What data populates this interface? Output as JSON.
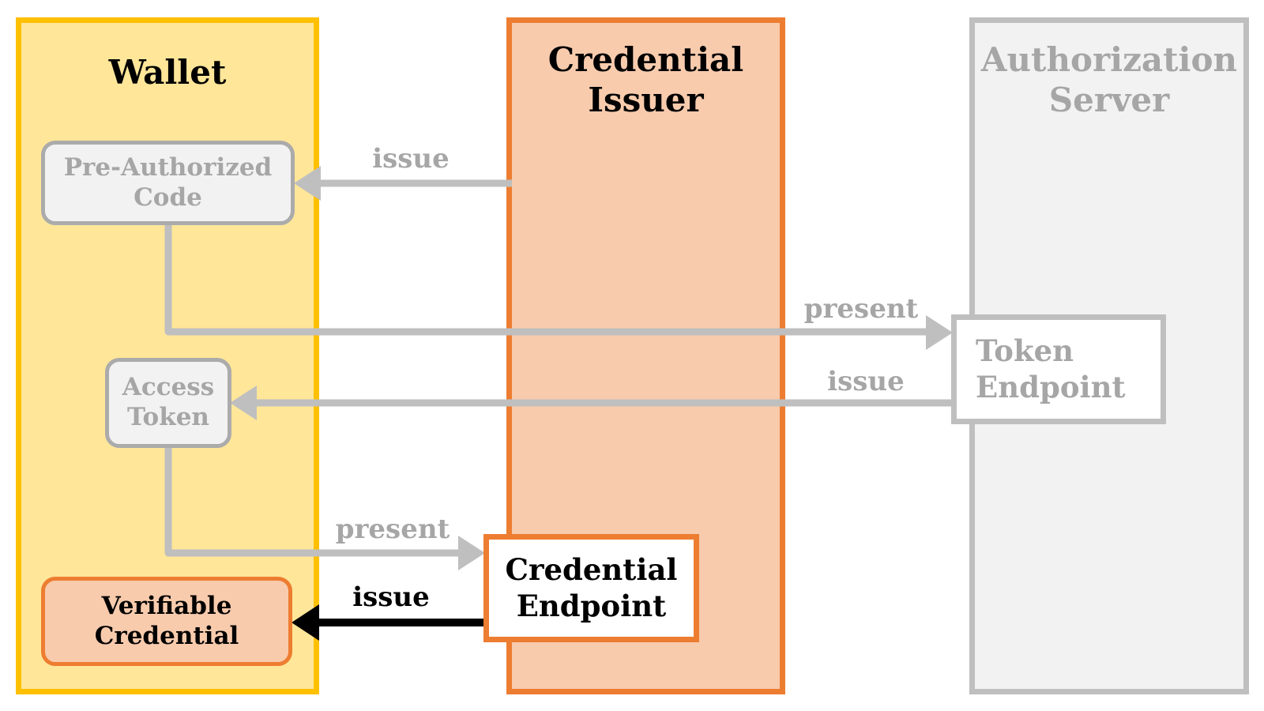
{
  "diagram": {
    "columns": {
      "wallet": {
        "title": "Wallet"
      },
      "credential_issuer": {
        "title": "Credential Issuer"
      },
      "authorization_server": {
        "title": "Authorization Server"
      }
    },
    "nodes": {
      "pre_authorized_code": {
        "label": "Pre-Authorized Code"
      },
      "access_token": {
        "label": "Access Token"
      },
      "verifiable_credential": {
        "label": "Verifiable Credential"
      },
      "credential_endpoint": {
        "label": "Credential Endpoint"
      },
      "token_endpoint": {
        "label": "Token Endpoint"
      }
    },
    "edges": {
      "issue_pre_authorized_code": {
        "label": "issue",
        "from": "Credential Issuer",
        "to": "Pre-Authorized Code",
        "state": "inactive"
      },
      "present_pre_authorized_code": {
        "label": "present",
        "from": "Pre-Authorized Code",
        "to": "Token Endpoint",
        "state": "inactive"
      },
      "issue_access_token": {
        "label": "issue",
        "from": "Token Endpoint",
        "to": "Access Token",
        "state": "inactive"
      },
      "present_access_token": {
        "label": "present",
        "from": "Access Token",
        "to": "Credential Endpoint",
        "state": "inactive"
      },
      "issue_verifiable_credential": {
        "label": "issue",
        "from": "Credential Endpoint",
        "to": "Verifiable Credential",
        "state": "active"
      }
    },
    "colors": {
      "wallet_border": "#FFC000",
      "wallet_fill": "#FFE699",
      "issuer_border": "#ED7D31",
      "issuer_fill": "#F8CBAD",
      "server_border": "#BFBFBF",
      "server_fill": "#F2F2F2",
      "inactive_text": "#A6A6A6",
      "arrow_gray": "#BFBFBF",
      "arrow_black": "#000000"
    }
  }
}
